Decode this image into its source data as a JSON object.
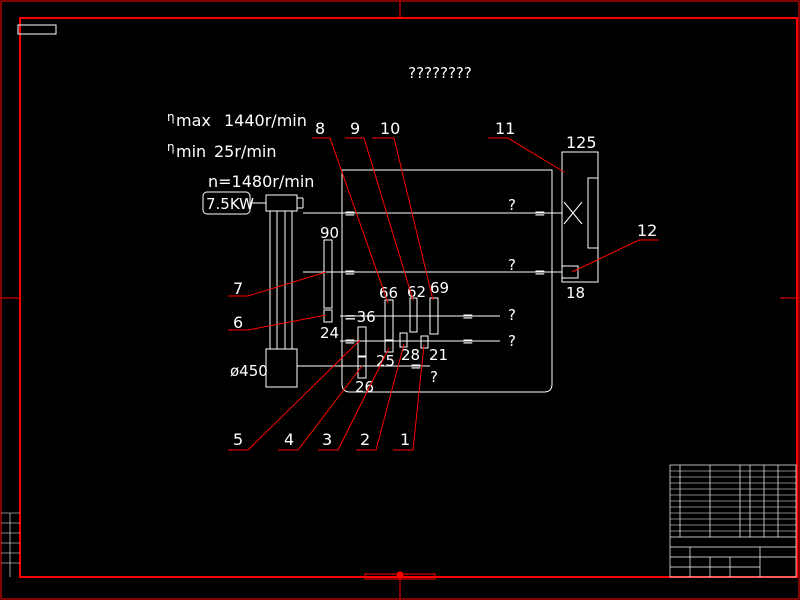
{
  "drawing": {
    "title": "????????",
    "specs": {
      "max_label": "max",
      "max_value": "1440r/min",
      "min_label": "min",
      "min_value": "25r/min",
      "motor_speed": "n=1480r/min",
      "motor_power": "7.5KW",
      "pulley_diameter": "ø450"
    },
    "parts": [
      "1",
      "2",
      "3",
      "4",
      "5",
      "6",
      "7",
      "8",
      "9",
      "10",
      "11",
      "12"
    ],
    "teeth": {
      "t90": "90",
      "t24": "24",
      "t36": "=36",
      "t66": "66",
      "t62": "62",
      "t69": "69",
      "t25": "25",
      "t28": "28",
      "t21": "21",
      "t26": "26",
      "t125": "125",
      "t18": "18"
    },
    "marks": {
      "q": "?",
      "eq": "="
    }
  },
  "colors": {
    "background": "#000000",
    "border": "#ff0000",
    "lines": "#ffffff"
  }
}
